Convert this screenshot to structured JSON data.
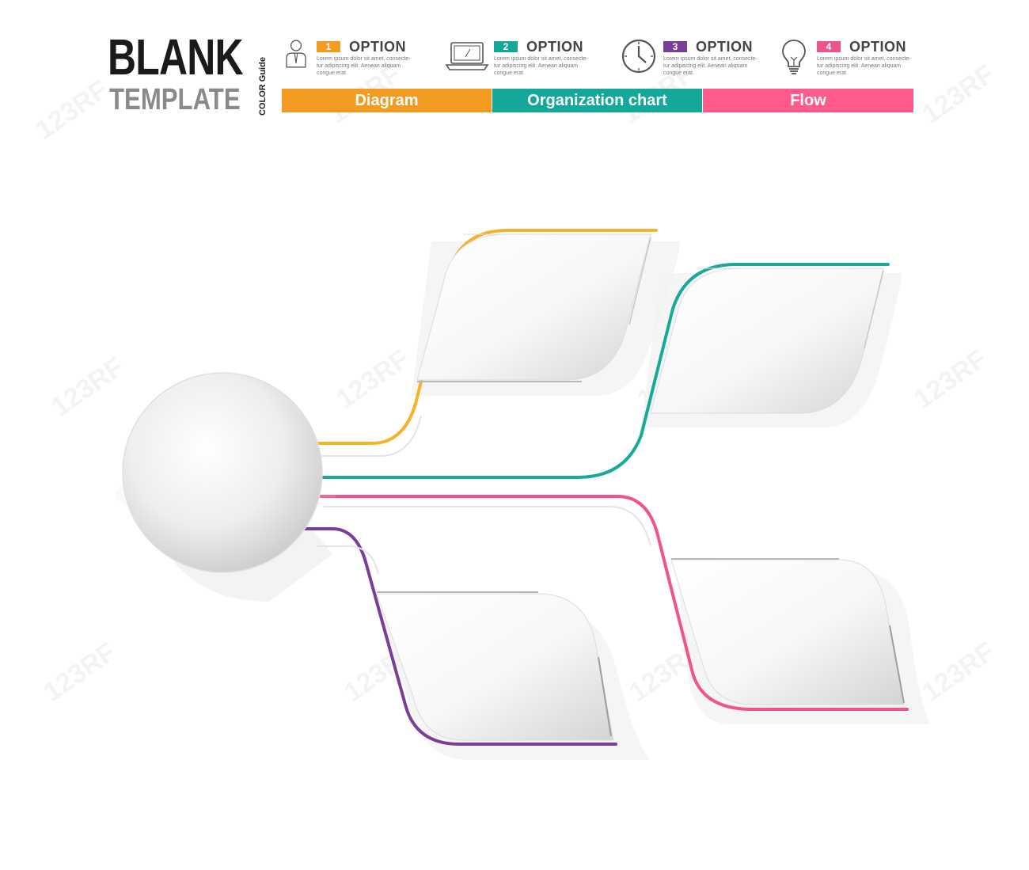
{
  "header": {
    "title_line1": "BLANK",
    "title_line2": "TEMPLATE",
    "color_guide_label": "COLOR Guide"
  },
  "options": [
    {
      "number": "1",
      "title": "OPTION",
      "color": "#f39a21",
      "icon": "person-icon",
      "description": "Lorem ipsum dolor sit amet, consecte-tur adipiscing elit. Aenean aliquam congue erat."
    },
    {
      "number": "2",
      "title": "OPTION",
      "color": "#14a89a",
      "icon": "laptop-icon",
      "description": "Lorem ipsum dolor sit amet, consecte-tur adipiscing elit. Aenean aliquam congue erat."
    },
    {
      "number": "3",
      "title": "OPTION",
      "color": "#7a3e96",
      "icon": "clock-icon",
      "description": "Lorem ipsum dolor sit amet, consecte-tur adipiscing elit. Aenean aliquam congue erat."
    },
    {
      "number": "4",
      "title": "OPTION",
      "color": "#f0538b",
      "icon": "lightbulb-icon",
      "description": "Lorem ipsum dolor sit amet, consecte-tur adipiscing elit. Aenean aliquam congue erat."
    }
  ],
  "categories": [
    {
      "label": "Diagram",
      "color": "#f39a21"
    },
    {
      "label": "Organization chart",
      "color": "#14a89a"
    },
    {
      "label": "Flow",
      "color": "#ff5a8a"
    }
  ],
  "diagram": {
    "branch_colors": {
      "orange": "#f5b22a",
      "teal": "#19a99b",
      "pink": "#f0548b",
      "purple": "#7a3e96"
    }
  },
  "watermark_text": "123RF"
}
